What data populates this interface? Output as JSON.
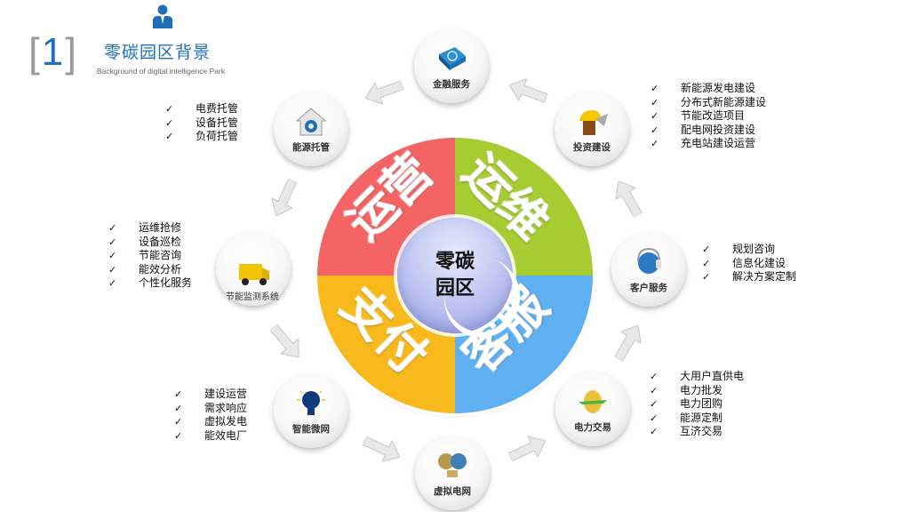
{
  "header": {
    "icon": "person-icon",
    "bracket_left": "[",
    "section_number": "1",
    "bracket_right": "]",
    "title": "零碳园区背景",
    "subtitle": "Background of digital intelligence Park"
  },
  "center": {
    "line1": "零碳",
    "line2": "园区",
    "segments": [
      {
        "label": "运营",
        "color": "#f56464",
        "position": "top-left"
      },
      {
        "label": "运维",
        "color": "#a6cc32",
        "position": "top-right"
      },
      {
        "label": "客服",
        "color": "#5fb0f3",
        "position": "bottom-right"
      },
      {
        "label": "支付",
        "color": "#f8b91c",
        "position": "bottom-left"
      }
    ]
  },
  "nodes": [
    {
      "id": "finance",
      "label": "金融服务",
      "icon": "finance-cube-icon"
    },
    {
      "id": "investment",
      "label": "投资建设",
      "icon": "hardhat-trowel-icon"
    },
    {
      "id": "customer",
      "label": "客户服务",
      "icon": "globe-headset-icon"
    },
    {
      "id": "trading",
      "label": "电力交易",
      "icon": "coin-arrow-icon"
    },
    {
      "id": "virtual-grid",
      "label": "虚拟电网",
      "icon": "bulbs-handshake-icon"
    },
    {
      "id": "microgrid",
      "label": "智能微网",
      "icon": "lightbulb-hand-icon"
    },
    {
      "id": "monitoring",
      "label": "节能监测系统",
      "icon": "truck-icon"
    },
    {
      "id": "energy-hosting",
      "label": "能源托管",
      "icon": "house-safe-icon"
    }
  ],
  "lists": {
    "investment": [
      "新能源发电建设",
      "分布式新能源建设",
      "节能改造项目",
      "配电网投资建设",
      "充电站建设运营"
    ],
    "energy_hosting": [
      "电费托管",
      "设备托管",
      "负荷托管"
    ],
    "monitoring": [
      "运维抢修",
      "设备巡检",
      "节能咨询",
      "能效分析",
      "个性化服务"
    ],
    "customer": [
      "规划咨询",
      "信息化建设",
      "解决方案定制"
    ],
    "trading": [
      "大用户直供电",
      "电力批发",
      "电力团购",
      "能源定制",
      "互济交易"
    ],
    "microgrid": [
      "建设运营",
      "需求响应",
      "虚拟发电",
      "能效电厂"
    ]
  },
  "check_mark": "✓",
  "colors": {
    "accent_blue": "#1f6fb8",
    "bracket_gray": "#9a9a9a"
  }
}
